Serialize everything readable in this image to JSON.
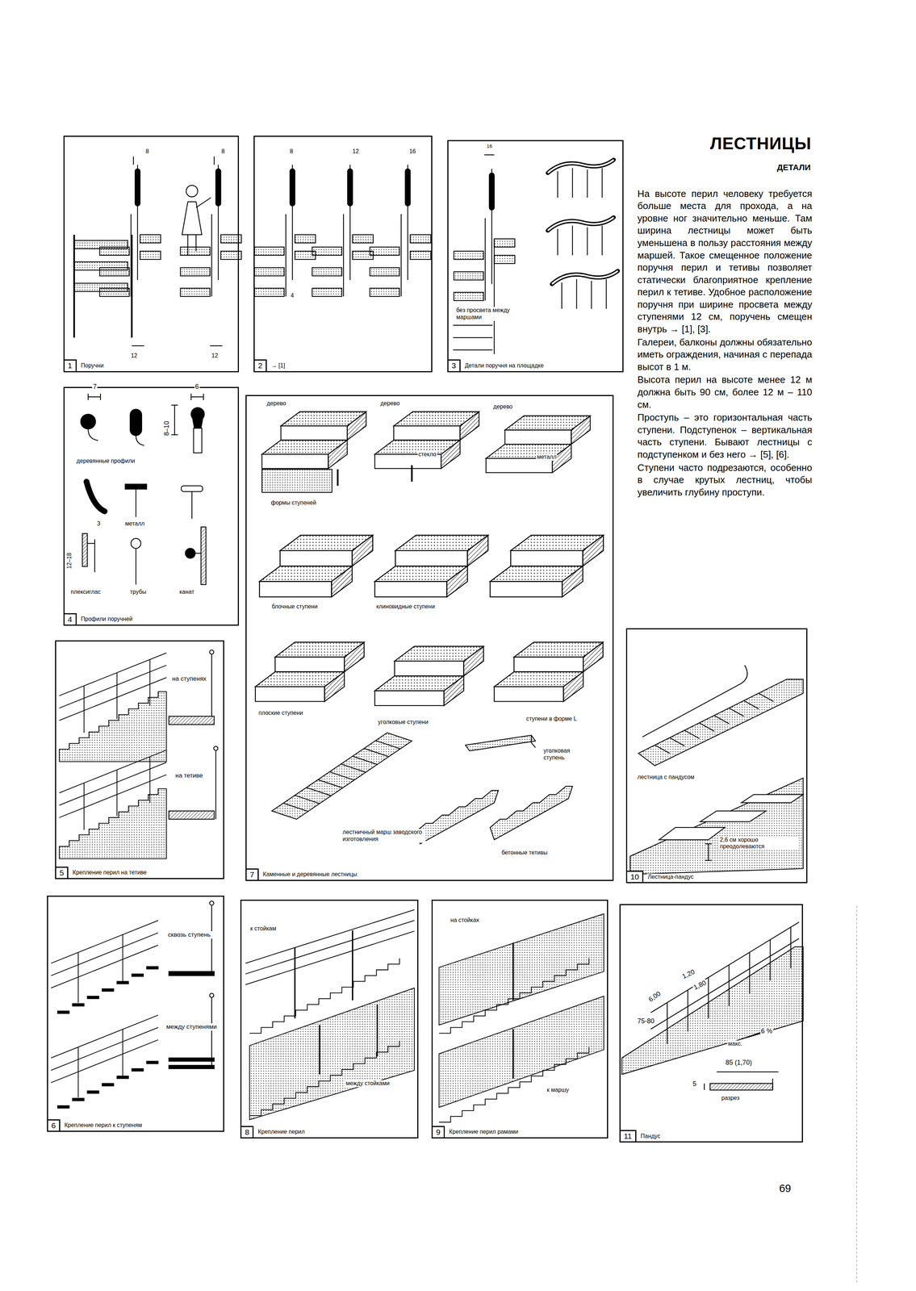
{
  "diagram": {
    "title": "ЛЕСТНИЦЫ",
    "nodes": [
      {
        "text": [
          "1",
          "Поручни"
        ]
      },
      {
        "text": [
          "2",
          "→ [1]"
        ]
      },
      {
        "text": [
          "3",
          "Детали поручня на площадке"
        ]
      },
      {
        "text": [
          "4",
          "Профили поручней"
        ]
      },
      {
        "text": [
          "5",
          "Крепление перил на тетиве"
        ]
      },
      {
        "text": [
          "6",
          "Крепление перил к ступеням"
        ]
      },
      {
        "text": [
          "7",
          "Каменные и деревянные лестницы"
        ]
      },
      {
        "text": [
          "8",
          "Крепление перил"
        ]
      },
      {
        "text": [
          "9",
          "Крепление перил рамами"
        ]
      },
      {
        "text": [
          "10",
          "Лестница-пандус"
        ]
      },
      {
        "text": [
          "11",
          "Пандус"
        ]
      }
    ],
    "labels": [
      "ДЕТАЛИ",
      "На высоте перил человеку требуется больше места для прохода, а на уровне ног значительно меньше. Там ширина лестницы может быть уменьшена в пользу расстояния между маршей. Такое смещенное положение поручня перил и тетивы позволяет статически благоприятное крепление перил к тетиве. Удобное расположение поручня при ширине просвета между ступенями 12 см, поручень смещен внутрь → [1], [3].",
      "Галереи, балконы должны обязательно иметь ограждения, начиная с перепада высот в 1 м.",
      "Высота перил на высоте менее 12 м должна быть 90 см, более 12 м – 110 см.",
      "Проступь – это горизонтальная часть ступени. Подступенок – вертикальная часть ступени. Бывают лестницы с подступенком и без него → [5], [6].",
      "Ступени часто подрезаются, особенно в случае крутых лестниц, чтобы увеличить глубину проступи.",
      "8",
      "8",
      "12",
      "12",
      "8",
      "12",
      "16",
      "4",
      "16",
      "без просвета между маршами",
      "7",
      "6",
      "8–10",
      "деревянные профили",
      "3",
      "металл",
      "12–18",
      "плексиглас",
      "трубы",
      "канат",
      "на ступенях",
      "на тетиве",
      "сквозь ступень",
      "между ступенями",
      "дерево",
      "дерево",
      "дерево",
      "стекло",
      "металл",
      "формы ступеней",
      "блочные ступени",
      "клиновидные ступени",
      "плоские ступени",
      "уголковые ступени",
      "ступени в форме L",
      "уголковая ступень",
      "лестничный марш заводского изготовления",
      "бетонные тетивы",
      "к стойкам",
      "между стойками",
      "на стойках",
      "к маршу",
      "лестница с пандусом",
      "2,6 см хорошо преодолеваются",
      "6,00",
      "1,20",
      "1,80",
      "75-80",
      "6 %",
      "макс.",
      "85 (1,70)",
      "5",
      "разрез",
      "69"
    ]
  }
}
